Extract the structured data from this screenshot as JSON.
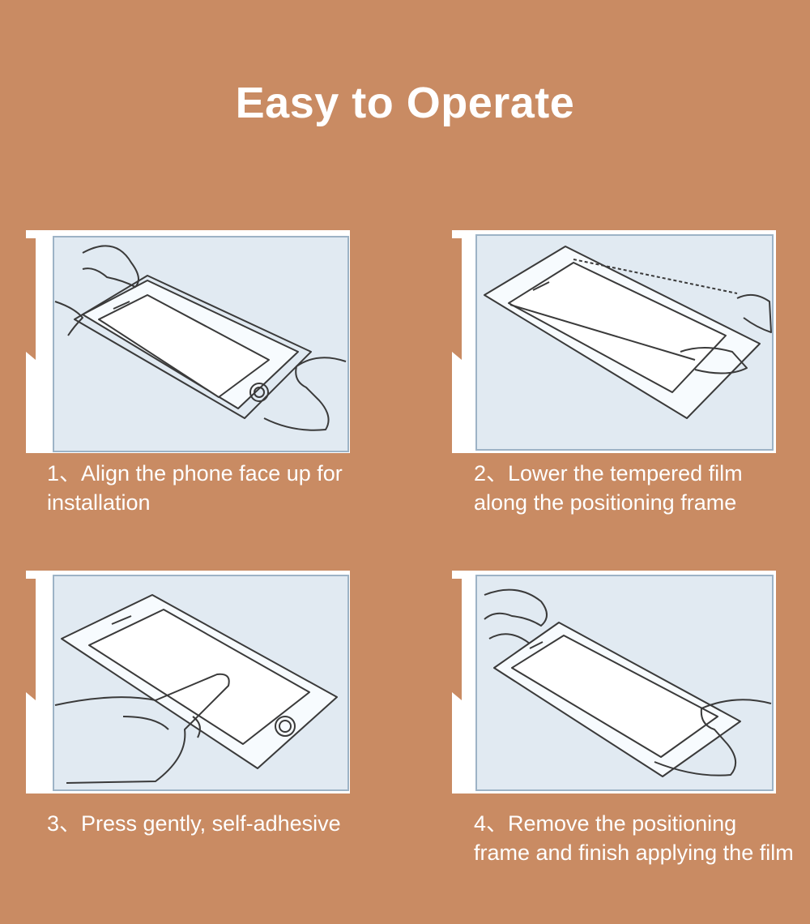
{
  "title": "Easy to Operate",
  "colors": {
    "background": "#c98b63",
    "panel_bg": "#e1eaf2",
    "outline": "#3a3a3a",
    "white": "#ffffff"
  },
  "steps": [
    {
      "caption": "1、Align the phone face up for installation"
    },
    {
      "caption": "2、Lower the tempered film along the positioning frame"
    },
    {
      "caption": "3、Press gently, self-adhesive"
    },
    {
      "caption": "4、Remove the positioning frame and finish applying the film"
    }
  ]
}
